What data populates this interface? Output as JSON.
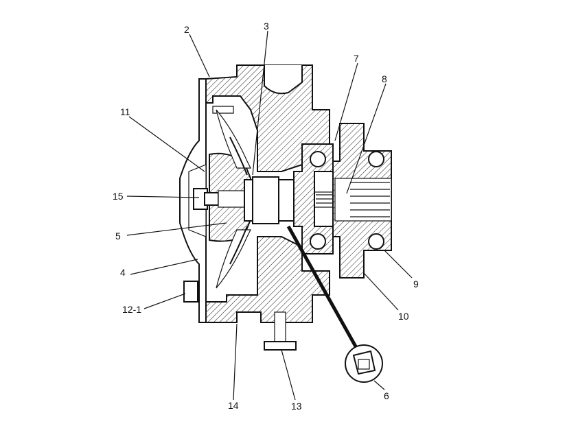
{
  "labels": {
    "l2": "2",
    "l3": "3",
    "l7": "7",
    "l8": "8",
    "l11": "11",
    "l15": "15",
    "l5": "5",
    "l4": "4",
    "l12_1": "12-1",
    "l14": "14",
    "l13": "13",
    "l6": "6",
    "l9": "9",
    "l10": "10"
  }
}
